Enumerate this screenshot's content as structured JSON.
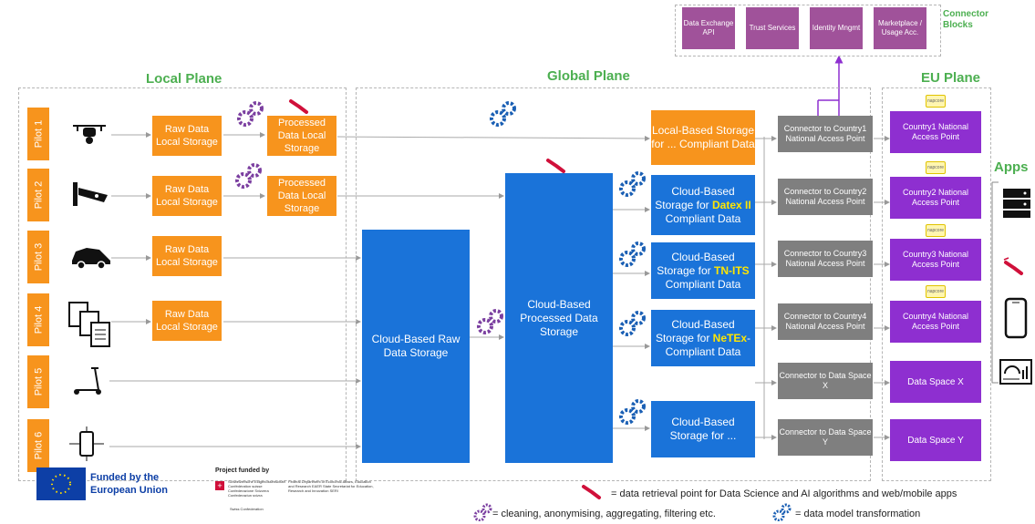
{
  "planes": {
    "local": "Local Plane",
    "global": "Global Plane",
    "eu": "EU Plane"
  },
  "connector_blocks": {
    "title": "Connector Blocks",
    "items": [
      "Data Exchange API",
      "Trust Services",
      "Identity Mngmt",
      "Marketplace / Usage Acc."
    ]
  },
  "pilots": [
    "Pilot 1",
    "Pilot 2",
    "Pilot 3",
    "Pilot 4",
    "Pilot 5",
    "Pilot 6"
  ],
  "local": {
    "raw": [
      "Raw Data Local Storage",
      "Raw Data Local Storage",
      "Raw Data Local Storage",
      "Raw Data Local Storage"
    ],
    "processed": [
      "Processed Data Local Storage",
      "Processed Data Local Storage"
    ]
  },
  "global": {
    "raw_storage": "Cloud-Based Raw Data Storage",
    "processed_storage": "Cloud-Based Processed Data Storage",
    "local_based": "Local-Based Storage for ... Compliant Data",
    "datex_pre": "Cloud-Based Storage for",
    "datex_hl": "Datex II",
    "datex_post": "Compliant Data",
    "tnits_pre": "Cloud-Based Storage for",
    "tnits_hl": "TN-ITS",
    "tnits_post": "Compliant Data",
    "netex_pre": "Cloud-Based Storage for",
    "netex_hl": "NeTEx",
    "netex_post": "-Compliant Data",
    "generic": "Cloud-Based Storage for ..."
  },
  "connectors": [
    "Connector to Country1 National Access Point",
    "Connector to Country2 National Access Point",
    "Connector to Country3 National Access Point",
    "Connector to Country4 National Access Point",
    "Connector to Data Space X",
    "Connector to Data Space Y"
  ],
  "eu": [
    "Country1 National Access Point",
    "Country2 National Access Point",
    "Country3 National Access Point",
    "Country4 National Access Point",
    "Data Space X",
    "Data Space Y"
  ],
  "napcore_label": "napcore",
  "apps_title": "Apps",
  "funding": {
    "eu": "Funded by the European Union",
    "project": "Project funded by",
    "swiss": "Schweizerische Eidgenossenschaft Confédération suisse Confederazione Svizzera Confederaziun svizra",
    "swiss_sub": "Swiss Confederation",
    "sefri": "Federal Department of Economic Affairs, Education and Research EAER State Secretariat for Education, Research and Innovation SERI"
  },
  "legend": {
    "retrieval": "= data retrieval point for Data Science and AI algorithms and web/mobile apps",
    "cleaning": "= cleaning, anonymising, aggregating, filtering etc.",
    "transform": "= data model transformation"
  },
  "colors": {
    "orange": "#f7941d",
    "blue": "#1a73d9",
    "grey": "#7f7f7f",
    "purple": "#8e2fd0",
    "connector": "#a0529a",
    "green_title": "#4caf50",
    "highlight": "#ffe600",
    "gear_purple": "#7b3fa0",
    "gear_blue": "#1a5fb4",
    "retrieval_red": "#d0103a"
  }
}
